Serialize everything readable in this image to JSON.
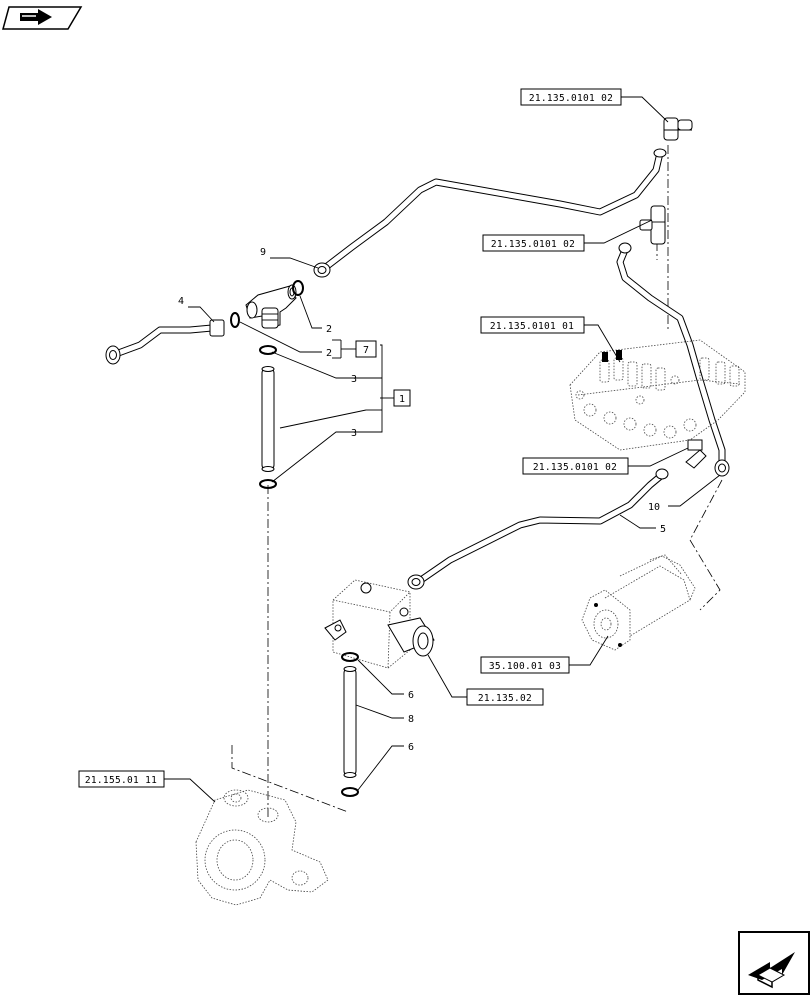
{
  "references": {
    "ref_valve_top": "21.135.0101 02",
    "ref_valve_mid": "21.135.0101 02",
    "ref_valve_block": "21.135.0101 01",
    "ref_valve_low": "21.135.0101 02",
    "ref_motor": "35.100.01 03",
    "ref_cylinder": "21.135.02",
    "ref_pump": "21.155.01 11"
  },
  "callouts": {
    "c9": "9",
    "c4": "4",
    "c2a": "2",
    "c2b": "2",
    "c3a": "3",
    "c3b": "3",
    "c7": "7",
    "c1": "1",
    "c10": "10",
    "c5": "5",
    "c6a": "6",
    "c8": "8",
    "c6b": "6"
  },
  "icons": {
    "top_left": "book-navigation-icon",
    "bottom_right": "next-page-icon"
  }
}
